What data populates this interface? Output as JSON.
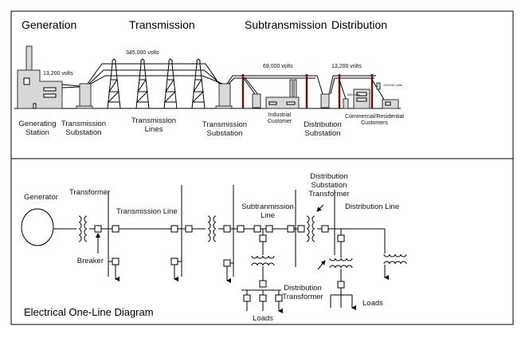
{
  "top": {
    "headings": [
      "Generation",
      "Transmission",
      "Subtransmission",
      "Distribution"
    ],
    "voltages": {
      "gen": "13,200 volts",
      "trans": "345,000 volts",
      "subtrans": "69,000 volts",
      "dist": "13,200 volts",
      "commercial": "480 volts",
      "residential": "120/240 volts"
    },
    "labels": {
      "gen_station": [
        "Generating",
        "Station"
      ],
      "trans_sub1": [
        "Transmission",
        "Substation"
      ],
      "trans_lines": [
        "Transmission",
        "Lines"
      ],
      "trans_sub2": [
        "Transmission",
        "Substation"
      ],
      "industrial": [
        "Industrial",
        "Customer"
      ],
      "dist_sub": [
        "Distribution",
        "Substation"
      ],
      "customers": [
        "Commercial/Residential",
        "Customers"
      ]
    },
    "colors": {
      "pole": "#6b1414",
      "building": "#d8d8d8"
    }
  },
  "bottom": {
    "title": "Electrical One-Line Diagram",
    "labels": {
      "generator": "Generator",
      "transformer": "Transformer",
      "breaker": "Breaker",
      "trans_line": "Transmission Line",
      "subtrans_line": [
        "Subtranmission",
        "Line"
      ],
      "dist_sub_tx": [
        "Distribution",
        "Substation",
        "Transformer"
      ],
      "dist_line": "Distribution Line",
      "dist_tx": [
        "Distribution",
        "Transformer"
      ],
      "loads1": "Loads",
      "loads2": "Loads"
    }
  }
}
